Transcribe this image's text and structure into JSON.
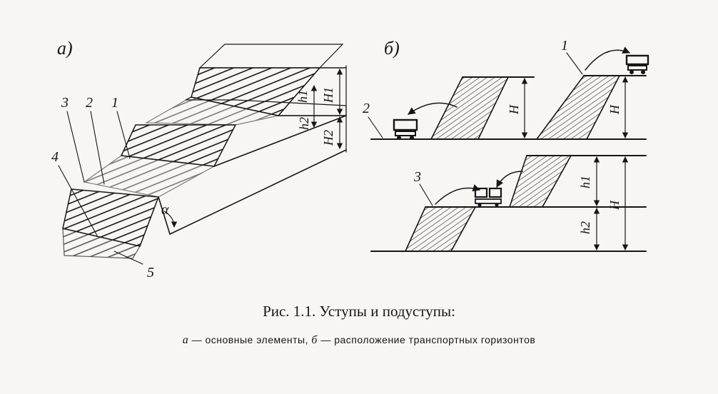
{
  "panel_a": {
    "tag": "а)",
    "callouts": {
      "c1": "1",
      "c2": "2",
      "c3": "3",
      "c4": "4",
      "c5": "5"
    },
    "dims": {
      "h1": "h1",
      "h2": "h2",
      "H1": "H1",
      "H2": "H2"
    },
    "angle": "α"
  },
  "panel_b": {
    "tag": "б)",
    "callouts": {
      "c1": "1",
      "c2": "2",
      "c3": "3"
    },
    "dims": {
      "H_left": "H",
      "H_right": "H",
      "h1": "h1",
      "h2": "h2",
      "H_low": "H"
    }
  },
  "caption": {
    "title": "Рис. 1.1. Уступы и подуступы:",
    "sub_a_letter": "а",
    "sub_a_text": " — основные элементы, ",
    "sub_b_letter": "б",
    "sub_b_text": " — расположение транспортных горизонтов"
  }
}
